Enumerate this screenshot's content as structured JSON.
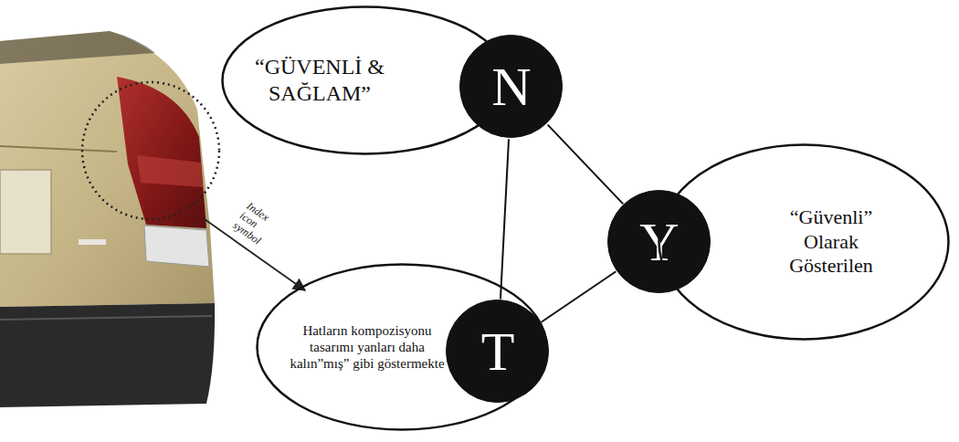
{
  "diagram": {
    "nodes": [
      {
        "text": [
          "“GÜVENLİ & SAĞLAM”"
        ]
      },
      {
        "text": [
          "N"
        ]
      },
      {
        "text": [
          "Y"
        ]
      },
      {
        "text": [
          "“Güvenli” Olarak Gösterilen"
        ]
      },
      {
        "text": [
          "Hatların kompozisyonu tasarımı yanları daha kalın”mış” gibi göstermekte"
        ]
      },
      {
        "text": [
          "T"
        ]
      }
    ],
    "edges": [
      {
        "from": 1,
        "to": 2,
        "arrow": "none"
      },
      {
        "from": 1,
        "to": 5,
        "arrow": "none"
      },
      {
        "from": 5,
        "to": 2,
        "arrow": "none"
      }
    ],
    "labels": [
      "Index",
      "icon",
      "symbol"
    ]
  }
}
